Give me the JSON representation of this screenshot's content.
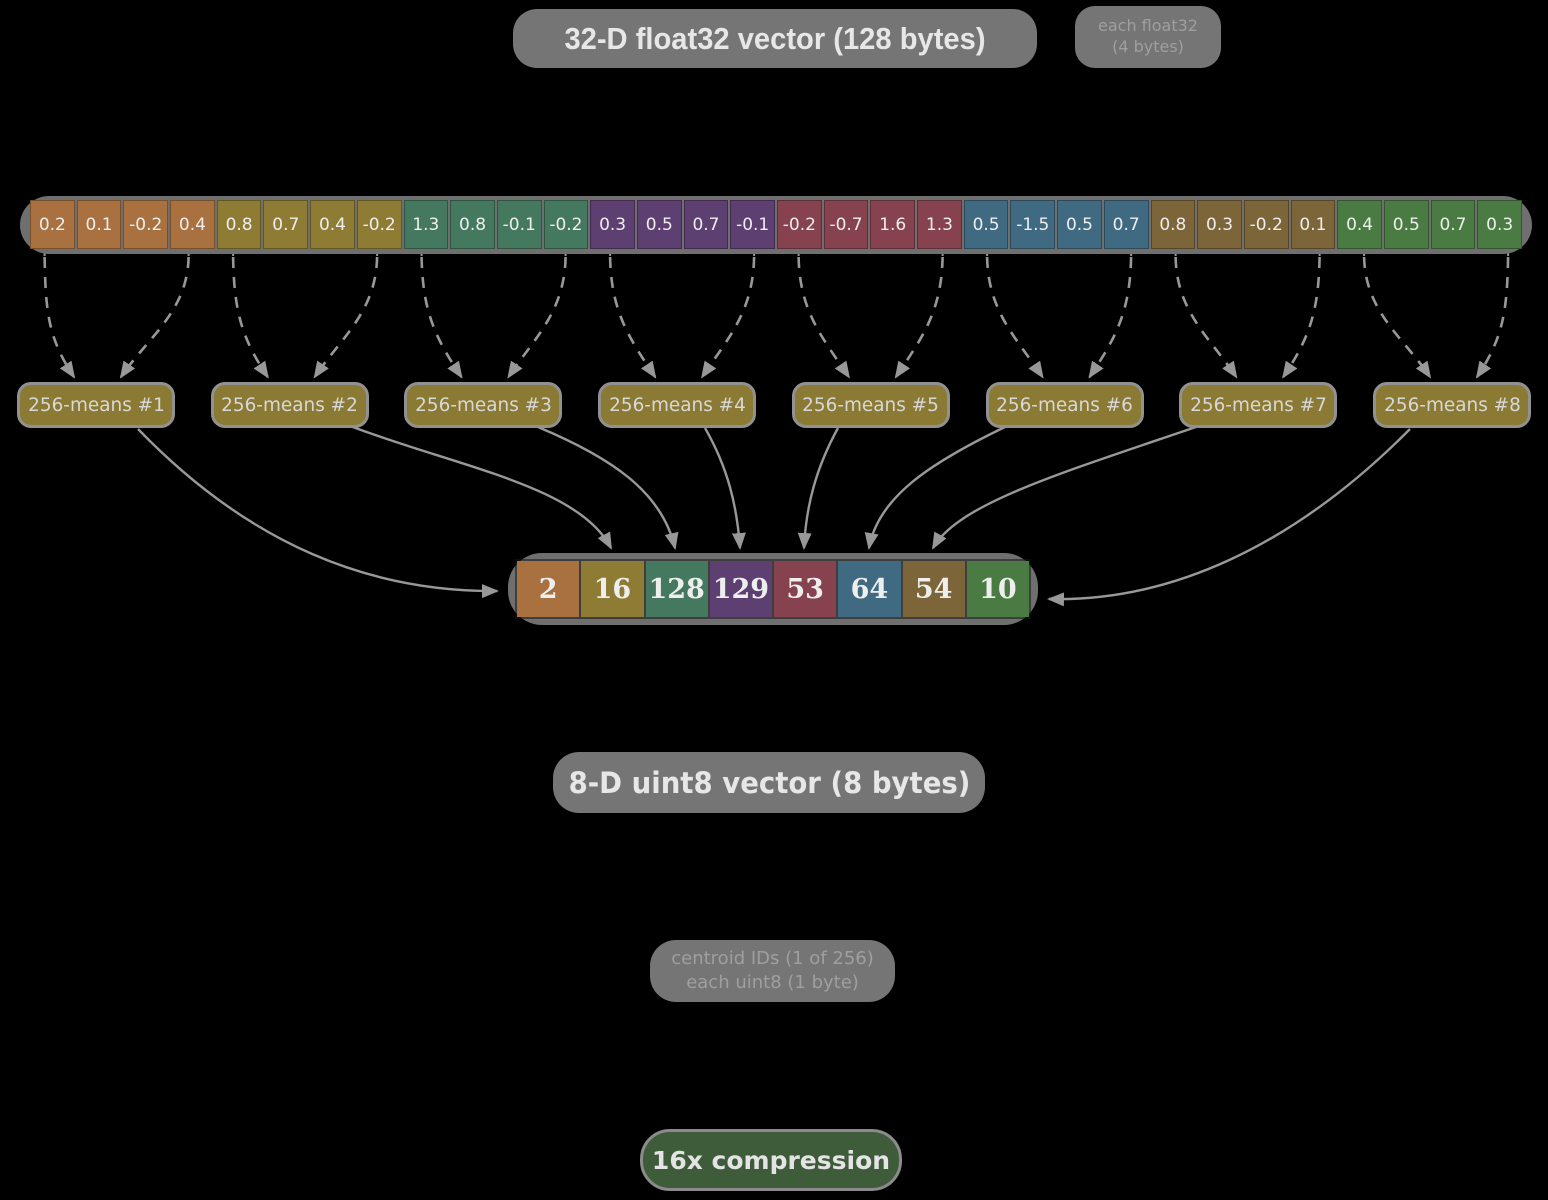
{
  "background": "#000000",
  "palette": {
    "container": "#6f6f6f",
    "pill": "#757575",
    "bright_text": "#e7e7e7",
    "muted_text": "#9f9f9f",
    "cell_text": "#eeeeee",
    "arrow": "#989898",
    "codebook_fill": "#8b7a33",
    "codebook_border": "#919191",
    "codebook_text": "#d8d8d8",
    "compression_fill": "#3e5b3a",
    "compression_border": "#8b8b8b",
    "compression_text": "#e4e4e4",
    "group_colors": [
      "#a9713f",
      "#8e7c35",
      "#45795f",
      "#5e3f72",
      "#86424f",
      "#3f6a81",
      "#7c6539",
      "#4a7b42"
    ]
  },
  "header": {
    "title": "32-D float32 vector (128 bytes)",
    "note": [
      "each float32",
      "(4 bytes)"
    ]
  },
  "vector32": {
    "groups": [
      {
        "values": [
          "0.2",
          "0.1",
          "-0.2",
          "0.4"
        ]
      },
      {
        "values": [
          "0.8",
          "0.7",
          "0.4",
          "-0.2"
        ]
      },
      {
        "values": [
          "1.3",
          "0.8",
          "-0.1",
          "-0.2"
        ]
      },
      {
        "values": [
          "0.3",
          "0.5",
          "0.7",
          "-0.1"
        ]
      },
      {
        "values": [
          "-0.2",
          "-0.7",
          "1.6",
          "1.3"
        ]
      },
      {
        "values": [
          "0.5",
          "-1.5",
          "0.5",
          "0.7"
        ]
      },
      {
        "values": [
          "0.8",
          "0.3",
          "-0.2",
          "0.1"
        ]
      },
      {
        "values": [
          "0.4",
          "0.5",
          "0.7",
          "0.3"
        ]
      }
    ]
  },
  "codebooks": [
    {
      "label": "256-means #1"
    },
    {
      "label": "256-means #2"
    },
    {
      "label": "256-means #3"
    },
    {
      "label": "256-means #4"
    },
    {
      "label": "256-means #5"
    },
    {
      "label": "256-means #6"
    },
    {
      "label": "256-means #7"
    },
    {
      "label": "256-means #8"
    }
  ],
  "vector8": {
    "values": [
      "2",
      "16",
      "128",
      "129",
      "53",
      "64",
      "54",
      "10"
    ]
  },
  "footer": {
    "uint8_title": "8-D uint8 vector (8 bytes)",
    "centroid_note": [
      "centroid IDs (1 of 256)",
      "each uint8 (1 byte)"
    ],
    "compression": "16x compression"
  }
}
